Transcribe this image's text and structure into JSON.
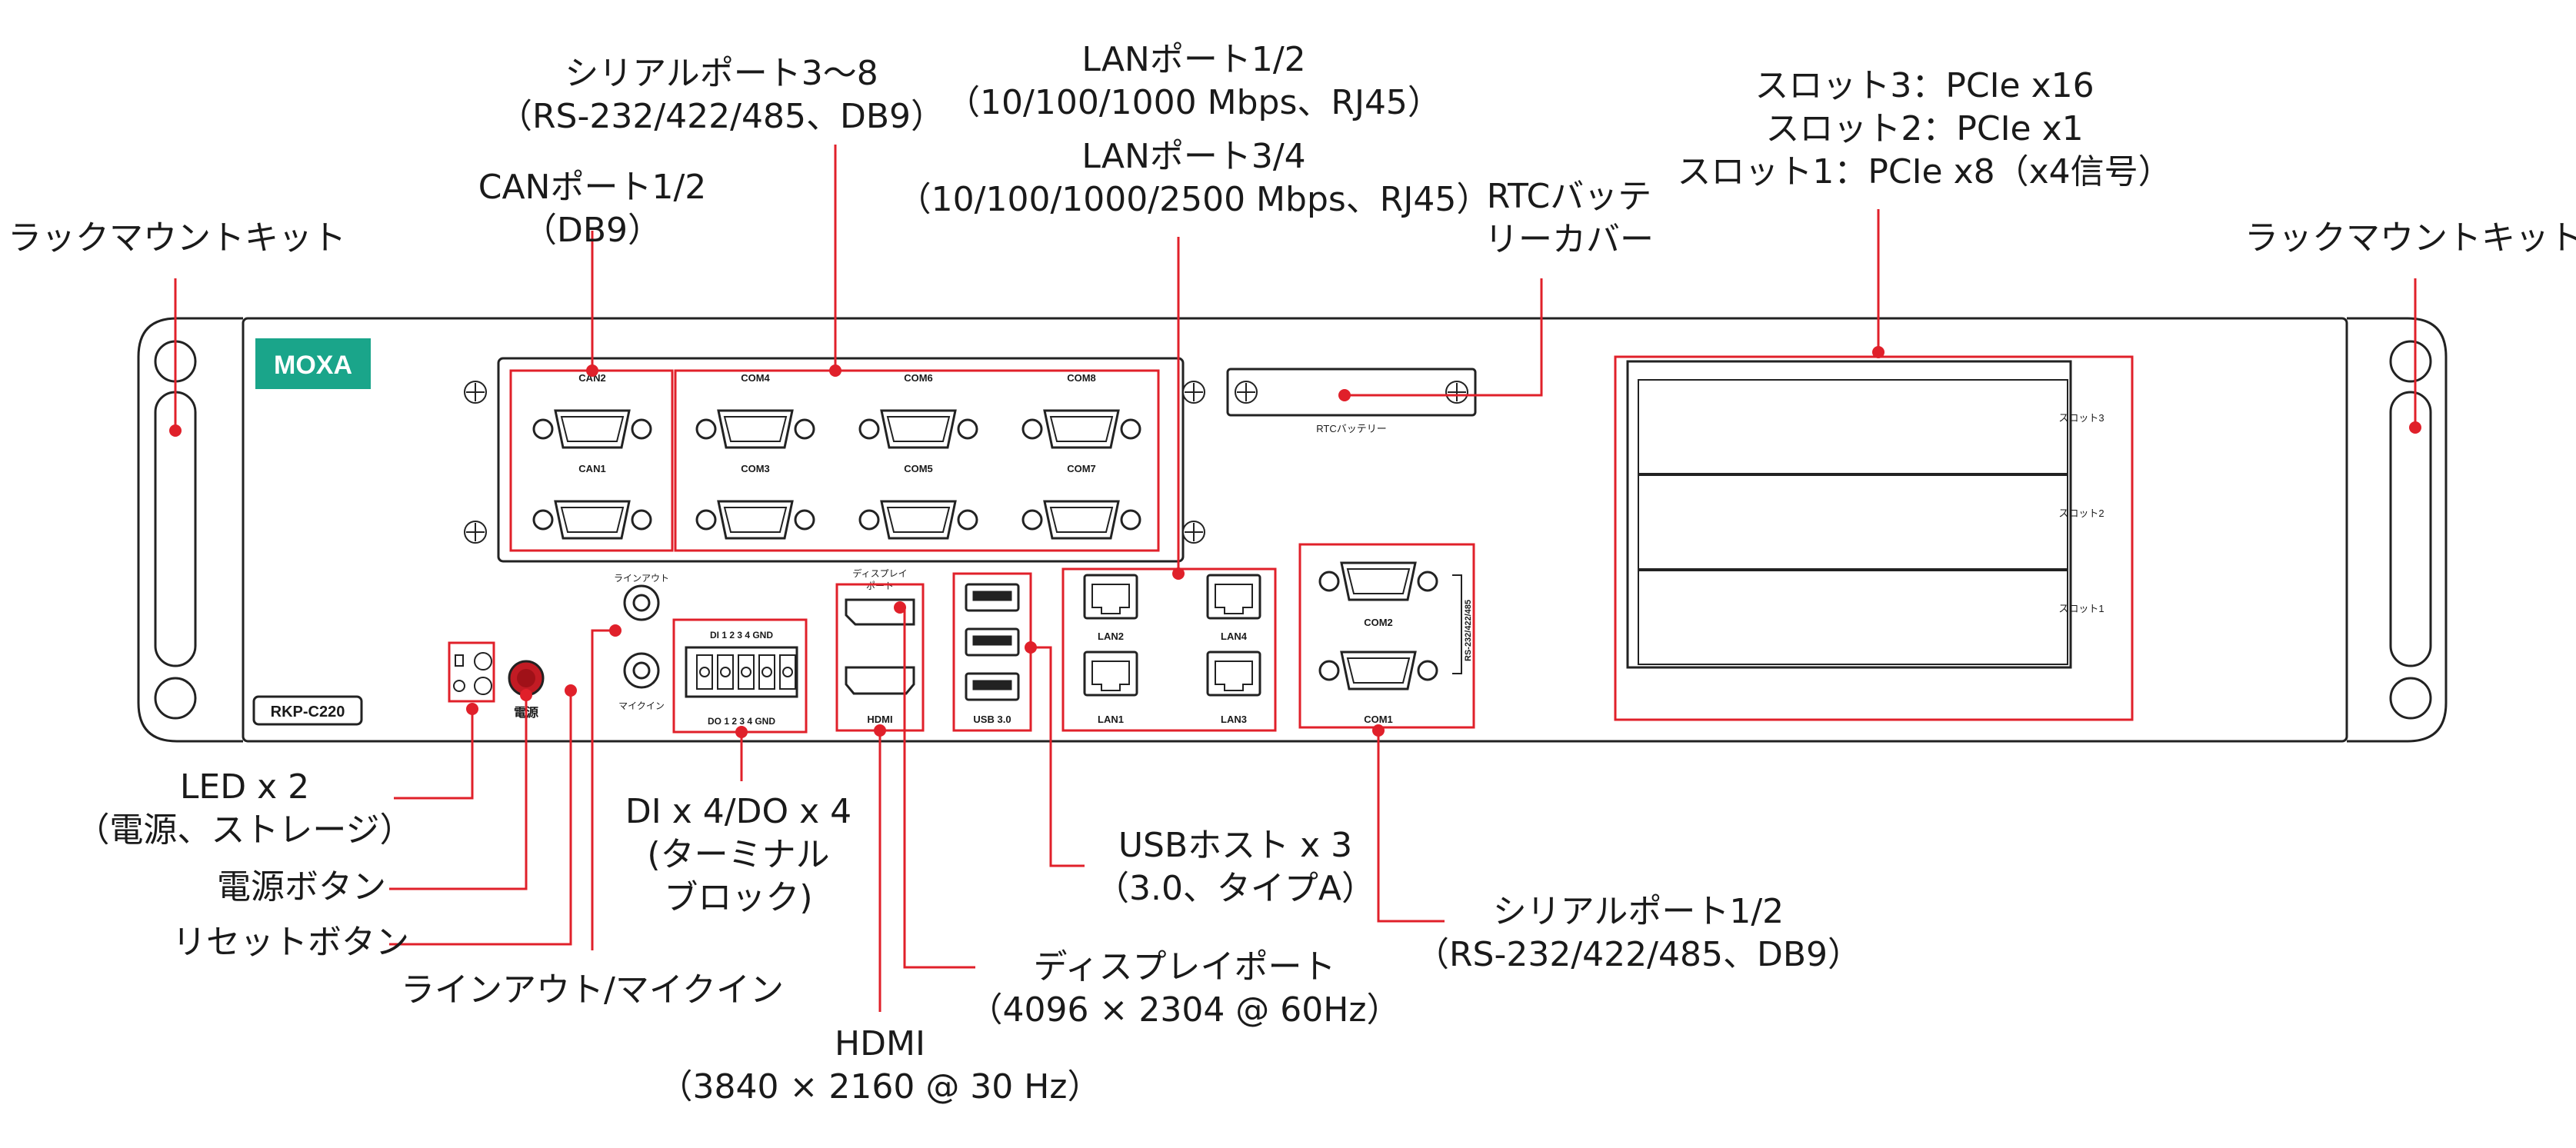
{
  "callouts": {
    "rack_left": "ラックマウントキット",
    "rack_right": "ラックマウントキット",
    "can_title": "CANポート1/2",
    "can_sub": "（DB9）",
    "serial38_title": "シリアルポート3〜8",
    "serial38_sub": "（RS-232/422/485、DB9）",
    "lan12_title": "LANポート1/2",
    "lan12_sub": "（10/100/1000 Mbps、RJ45）",
    "lan34_title": "LANポート3/4",
    "lan34_sub": "（10/100/1000/2500 Mbps、RJ45）",
    "rtc_line1": "RTCバッテ",
    "rtc_line2": "リーカバー",
    "slot_line1": "スロット3：PCIe x16",
    "slot_line2": "スロット2：PCIe x1",
    "slot_line3": "スロット1：PCIe x8（x4信号）",
    "led_line1": "LED x 2",
    "led_line2": "（電源、ストレージ）",
    "power_button": "電源ボタン",
    "reset_button": "リセットボタン",
    "lineout_mic": "ラインアウト/マイクイン",
    "dio_line1": "DI x 4/DO x 4",
    "dio_line2": "(ターミナル",
    "dio_line3": "ブロック)",
    "usb_line1": "USBホスト x 3",
    "usb_line2": "（3.0、タイプA）",
    "serial12_title": "シリアルポート1/2",
    "serial12_sub": "（RS-232/422/485、DB9）",
    "dp_title": "ディスプレイポート",
    "dp_sub": "（4096 × 2304 @ 60Hz）",
    "hdmi_title": "HDMI",
    "hdmi_sub": "（3840 × 2160 @ 30 Hz）"
  },
  "device": {
    "brand_logo": "MOXA",
    "model": "RKP-C220",
    "ports": {
      "can2": "CAN2",
      "can1": "CAN1",
      "com4": "COM4",
      "com6": "COM6",
      "com8": "COM8",
      "com3": "COM3",
      "com5": "COM5",
      "com7": "COM7",
      "com2": "COM2",
      "com1": "COM1",
      "lan2": "LAN2",
      "lan4": "LAN4",
      "lan1": "LAN1",
      "lan3": "LAN3",
      "usb": "USB 3.0",
      "hdmi": "HDMI",
      "displayport_line1": "ディスプレイ",
      "displayport_line2": "ポート",
      "line_out": "ラインアウト",
      "mic_in": "マイクイン",
      "power_label": "電源",
      "rtc_label": "RTCバッテリー",
      "slot3": "スロット3",
      "slot2": "スロット2",
      "slot1": "スロット1",
      "rs_label": "RS-232/422/485",
      "di_label": "DI  1   2   3   4  GND",
      "do_label": "DO  1   2   3   4  GND"
    }
  },
  "colors": {
    "callout_red": "#e0202a",
    "outline": "#222222",
    "brand_teal": "#1aa58a"
  }
}
